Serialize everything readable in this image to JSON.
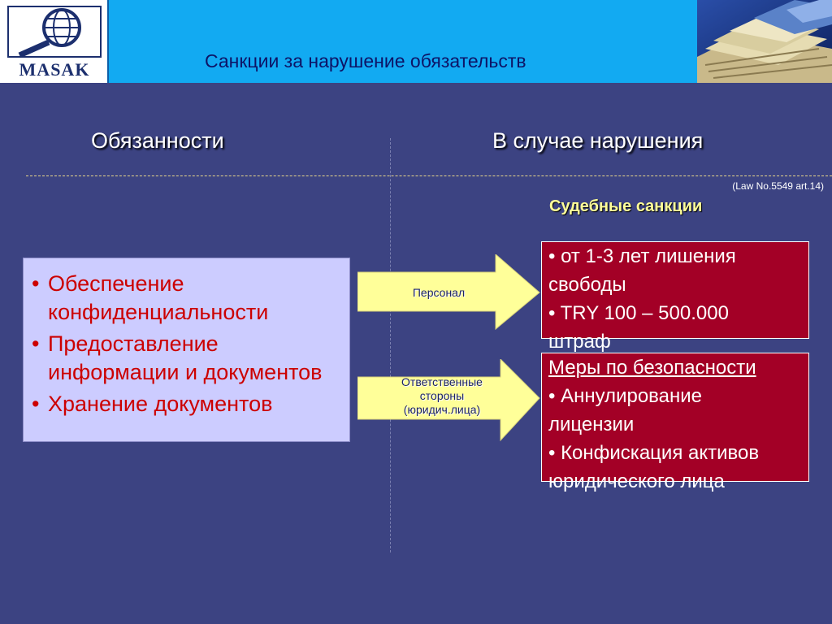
{
  "header": {
    "logo_text": "MASAK",
    "title": "Санкции за нарушение обязательств"
  },
  "columns": {
    "left_heading": "Обязанности",
    "right_heading": "В случае нарушения"
  },
  "law_reference": "(Law No.5549 art.14)",
  "sanctions_heading": "Судебные санкции",
  "duties": [
    "Обеспечение конфиденциальности",
    "Предоставление информации и документов",
    "Хранение документов"
  ],
  "arrows": {
    "personnel": "Персонал",
    "legal_entities": [
      "Ответственные",
      "стороны",
      "(юридич.лица)"
    ]
  },
  "personnel_sanctions": [
    "• от 1-3 лет  лишения",
    "свободы",
    "• TRY 100 – 500.000",
    "штраф"
  ],
  "security_measures": {
    "heading": "Меры по безопасности",
    "lines": [
      "• Аннулирование",
      "лицензии",
      "• Конфискация активов",
      "юридического лица"
    ]
  },
  "colors": {
    "background": "#3c4382",
    "header": "#12aaf2",
    "duties_box": "#ccccff",
    "duties_text": "#cc0000",
    "arrow_fill": "#ffff99",
    "sanction_box": "#a30026"
  }
}
